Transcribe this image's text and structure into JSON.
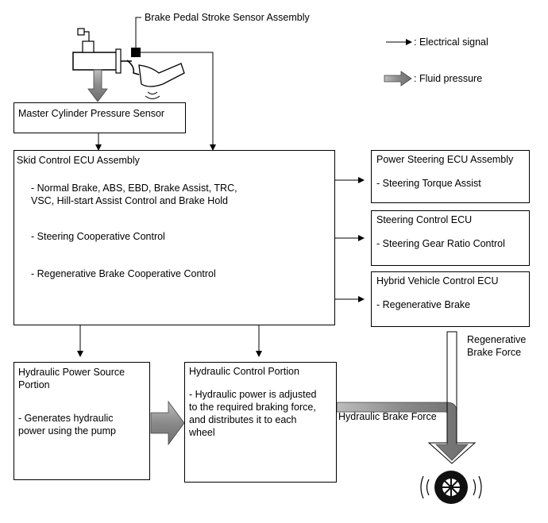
{
  "pedal_sensor_label": "Brake Pedal Stroke Sensor Assembly",
  "legend": {
    "electrical": ": Electrical signal",
    "fluid": ": Fluid pressure"
  },
  "master_cylinder_sensor": "Master Cylinder Pressure Sensor",
  "skid_ecu": {
    "title": "Skid Control ECU Assembly",
    "functions": [
      "- Normal Brake, ABS, EBD, Brake Assist, TRC,",
      "VSC, Hill-start Assist Control and Brake Hold",
      "- Steering Cooperative Control",
      "- Regenerative Brake Cooperative Control"
    ]
  },
  "power_steering_ecu": {
    "title": "Power Steering ECU Assembly",
    "item": "- Steering Torque Assist"
  },
  "steering_control_ecu": {
    "title": "Steering Control ECU",
    "item": "- Steering Gear Ratio Control"
  },
  "hybrid_ecu": {
    "title": "Hybrid Vehicle Control ECU",
    "item": "- Regenerative Brake"
  },
  "hydraulic_power": {
    "title_1": "Hydraulic Power Source",
    "title_2": "Portion",
    "desc_1": "- Generates hydraulic",
    "desc_2": "power using the pump"
  },
  "hydraulic_control": {
    "title": "Hydraulic Control Portion",
    "desc": [
      "- Hydraulic power is adjusted",
      "to the required braking force,",
      "and distributes it to each",
      "wheel"
    ]
  },
  "hydraulic_brake_force": "Hydraulic Brake Force",
  "regen_force": {
    "line_1": "Regenerative",
    "line_2": "Brake Force"
  }
}
